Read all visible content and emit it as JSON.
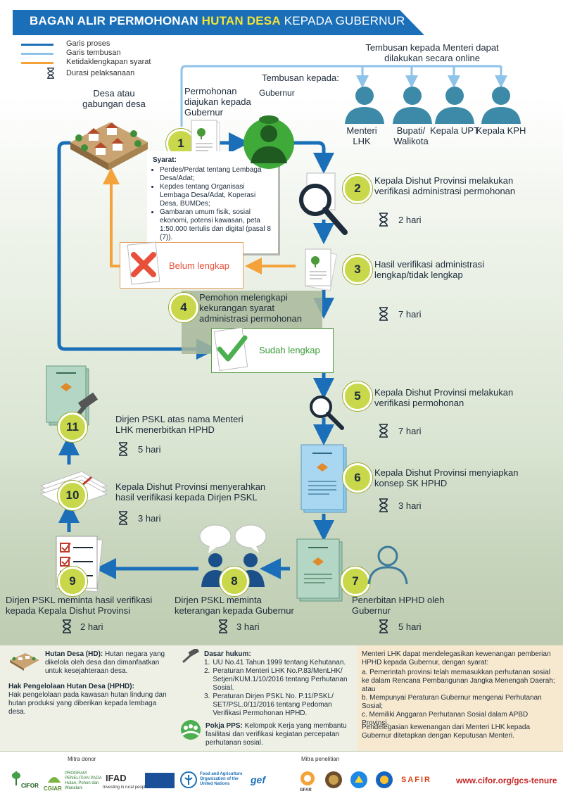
{
  "header": {
    "title_part1": "BAGAN ALIR PERMOHONAN ",
    "title_highlight": "HUTAN DESA",
    "title_part2": " KEPADA GUBERNUR"
  },
  "legend": {
    "proses": "Garis proses",
    "tembusan": "Garis tembusan",
    "ketidaklengkapan": "Ketidaklengkapan syarat",
    "durasi": "Durasi pelaksanaan"
  },
  "colors": {
    "proses": "#1a6fb8",
    "tembusan": "#8ec3ea",
    "ketidaklengkapan": "#f4a23a",
    "step_circle": "#c8d84a",
    "person": "#2e7d9a",
    "cross": "#e8503a",
    "check": "#4caf50"
  },
  "top": {
    "online_note": "Tembusan kepada Menteri dapat dilakukan secara online",
    "tembusan_label": "Tembusan kepada:",
    "gubernur_label": "Gubernur",
    "desa_label": "Desa atau gabungan desa",
    "recipients": [
      {
        "label": "Menteri LHK"
      },
      {
        "label": "Bupati/ Walikota"
      },
      {
        "label": "Kepala UPT"
      },
      {
        "label": "Kepala KPH"
      }
    ]
  },
  "steps": [
    {
      "num": "1",
      "text": "Permohonan diajukan kepada Gubernur"
    },
    {
      "num": "2",
      "text": "Kepala Dishut Provinsi melakukan verifikasi administrasi permohonan",
      "duration": "2 hari"
    },
    {
      "num": "3",
      "text": "Hasil verifikasi administrasi lengkap/tidak lengkap",
      "duration": "7 hari"
    },
    {
      "num": "4",
      "text": "Pemohon melengkapi kekurangan syarat administrasi permohonan"
    },
    {
      "num": "5",
      "text": "Kepala Dishut Provinsi melakukan verifikasi permohonan",
      "duration": "7 hari"
    },
    {
      "num": "6",
      "text": "Kepala Dishut Provinsi menyiapkan konsep SK HPHD",
      "duration": "3 hari"
    },
    {
      "num": "7",
      "text": "Penerbitan HPHD oleh Gubernur",
      "duration": "5 hari"
    },
    {
      "num": "8",
      "text": "Dirjen PSKL meminta keterangan kepada Gubernur",
      "duration": "3 hari"
    },
    {
      "num": "9",
      "text": "Dirjen PSKL meminta hasil verifikasi kepada Kepala Dishut Provinsi",
      "duration": "2 hari"
    },
    {
      "num": "10",
      "text": "Kepala Dishut Provinsi menyerahkan hasil verifikasi kepada Dirjen PSKL",
      "duration": "3 hari"
    },
    {
      "num": "11",
      "text": "Dirjen PSKL atas nama Menteri LHK menerbitkan HPHD",
      "duration": "5 hari"
    }
  ],
  "syarat": {
    "title": "Syarat:",
    "items": [
      "Perdes/Perdat tentang Lembaga Desa/Adat;",
      "Kepdes tentang Organisasi Lembaga Desa/Adat, Koperasi Desa, BUMDes;",
      "Gambaran umum fisik, sosial ekonomi, potensi kawasan, peta 1:50.000 tertulis dan digital (pasal 8 (7))."
    ]
  },
  "status": {
    "belum": "Belum lengkap",
    "sudah": "Sudah lengkap"
  },
  "footer": {
    "hd_title": "Hutan Desa (HD):",
    "hd_text": " Hutan negara yang dikelola oleh desa dan dimanfaatkan untuk kesejahteraan desa.",
    "hphd_title": "Hak Pengelolaan Hutan Desa (HPHD):",
    "hphd_text": "Hak pengelolaan pada kawasan hutan lindung dan hutan produksi yang diberikan kepada lembaga desa.",
    "dasar_title": "Dasar hukum:",
    "dasar_items": [
      "UU No.41 Tahun 1999 tentang Kehutanan.",
      "Peraturan Menteri LHK No.P.83/MenLHK/ Setjen/KUM.1/10/2016 tentang Perhutanan Sosial.",
      "Peraturan Dirjen PSKL No. P.11/PSKL/ SET/PSL.0/11/2016 tentang Pedoman Verifikasi Permohonan HPHD."
    ],
    "pokja_title": "Pokja PPS:",
    "pokja_text": " Kelompok Kerja yang membantu fasilitasi dan verifikasi kegiatan percepatan perhutanan sosial.",
    "right_intro": "Menteri LHK dapat mendelegasikan kewenangan pemberian HPHD kepada Gubernur, dengan syarat:",
    "right_items": [
      "a. Pemerintah provinsi telah memasukkan perhutanan sosial ke dalam Rencana Pembangunan Jangka Menengah Daerah; atau",
      "b. Mempunyai Peraturan Gubernur mengenai Perhutanan Sosial;",
      "c. Memiliki Anggaran Perhutanan Sosial dalam APBD Provinsi."
    ],
    "right_outro": "Pendelegasian kewenangan dari Menteri LHK kepada Gubernur ditetapkan dengan Keputusan Menteri."
  },
  "partners": {
    "donor_label": "Mitra donor",
    "research_label": "Mitra penelitian",
    "logos": [
      "CIFOR",
      "CGIAR",
      "PROGRAM PENELITIAN PADA Hutan, Pohon dan Wanatani",
      "IFAD",
      "Investing in rural people",
      "Food and Agriculture Organization of the United Nations",
      "gef",
      "GFAR",
      "SAFIR"
    ],
    "url": "www.cifor.org/gcs-tenure"
  }
}
